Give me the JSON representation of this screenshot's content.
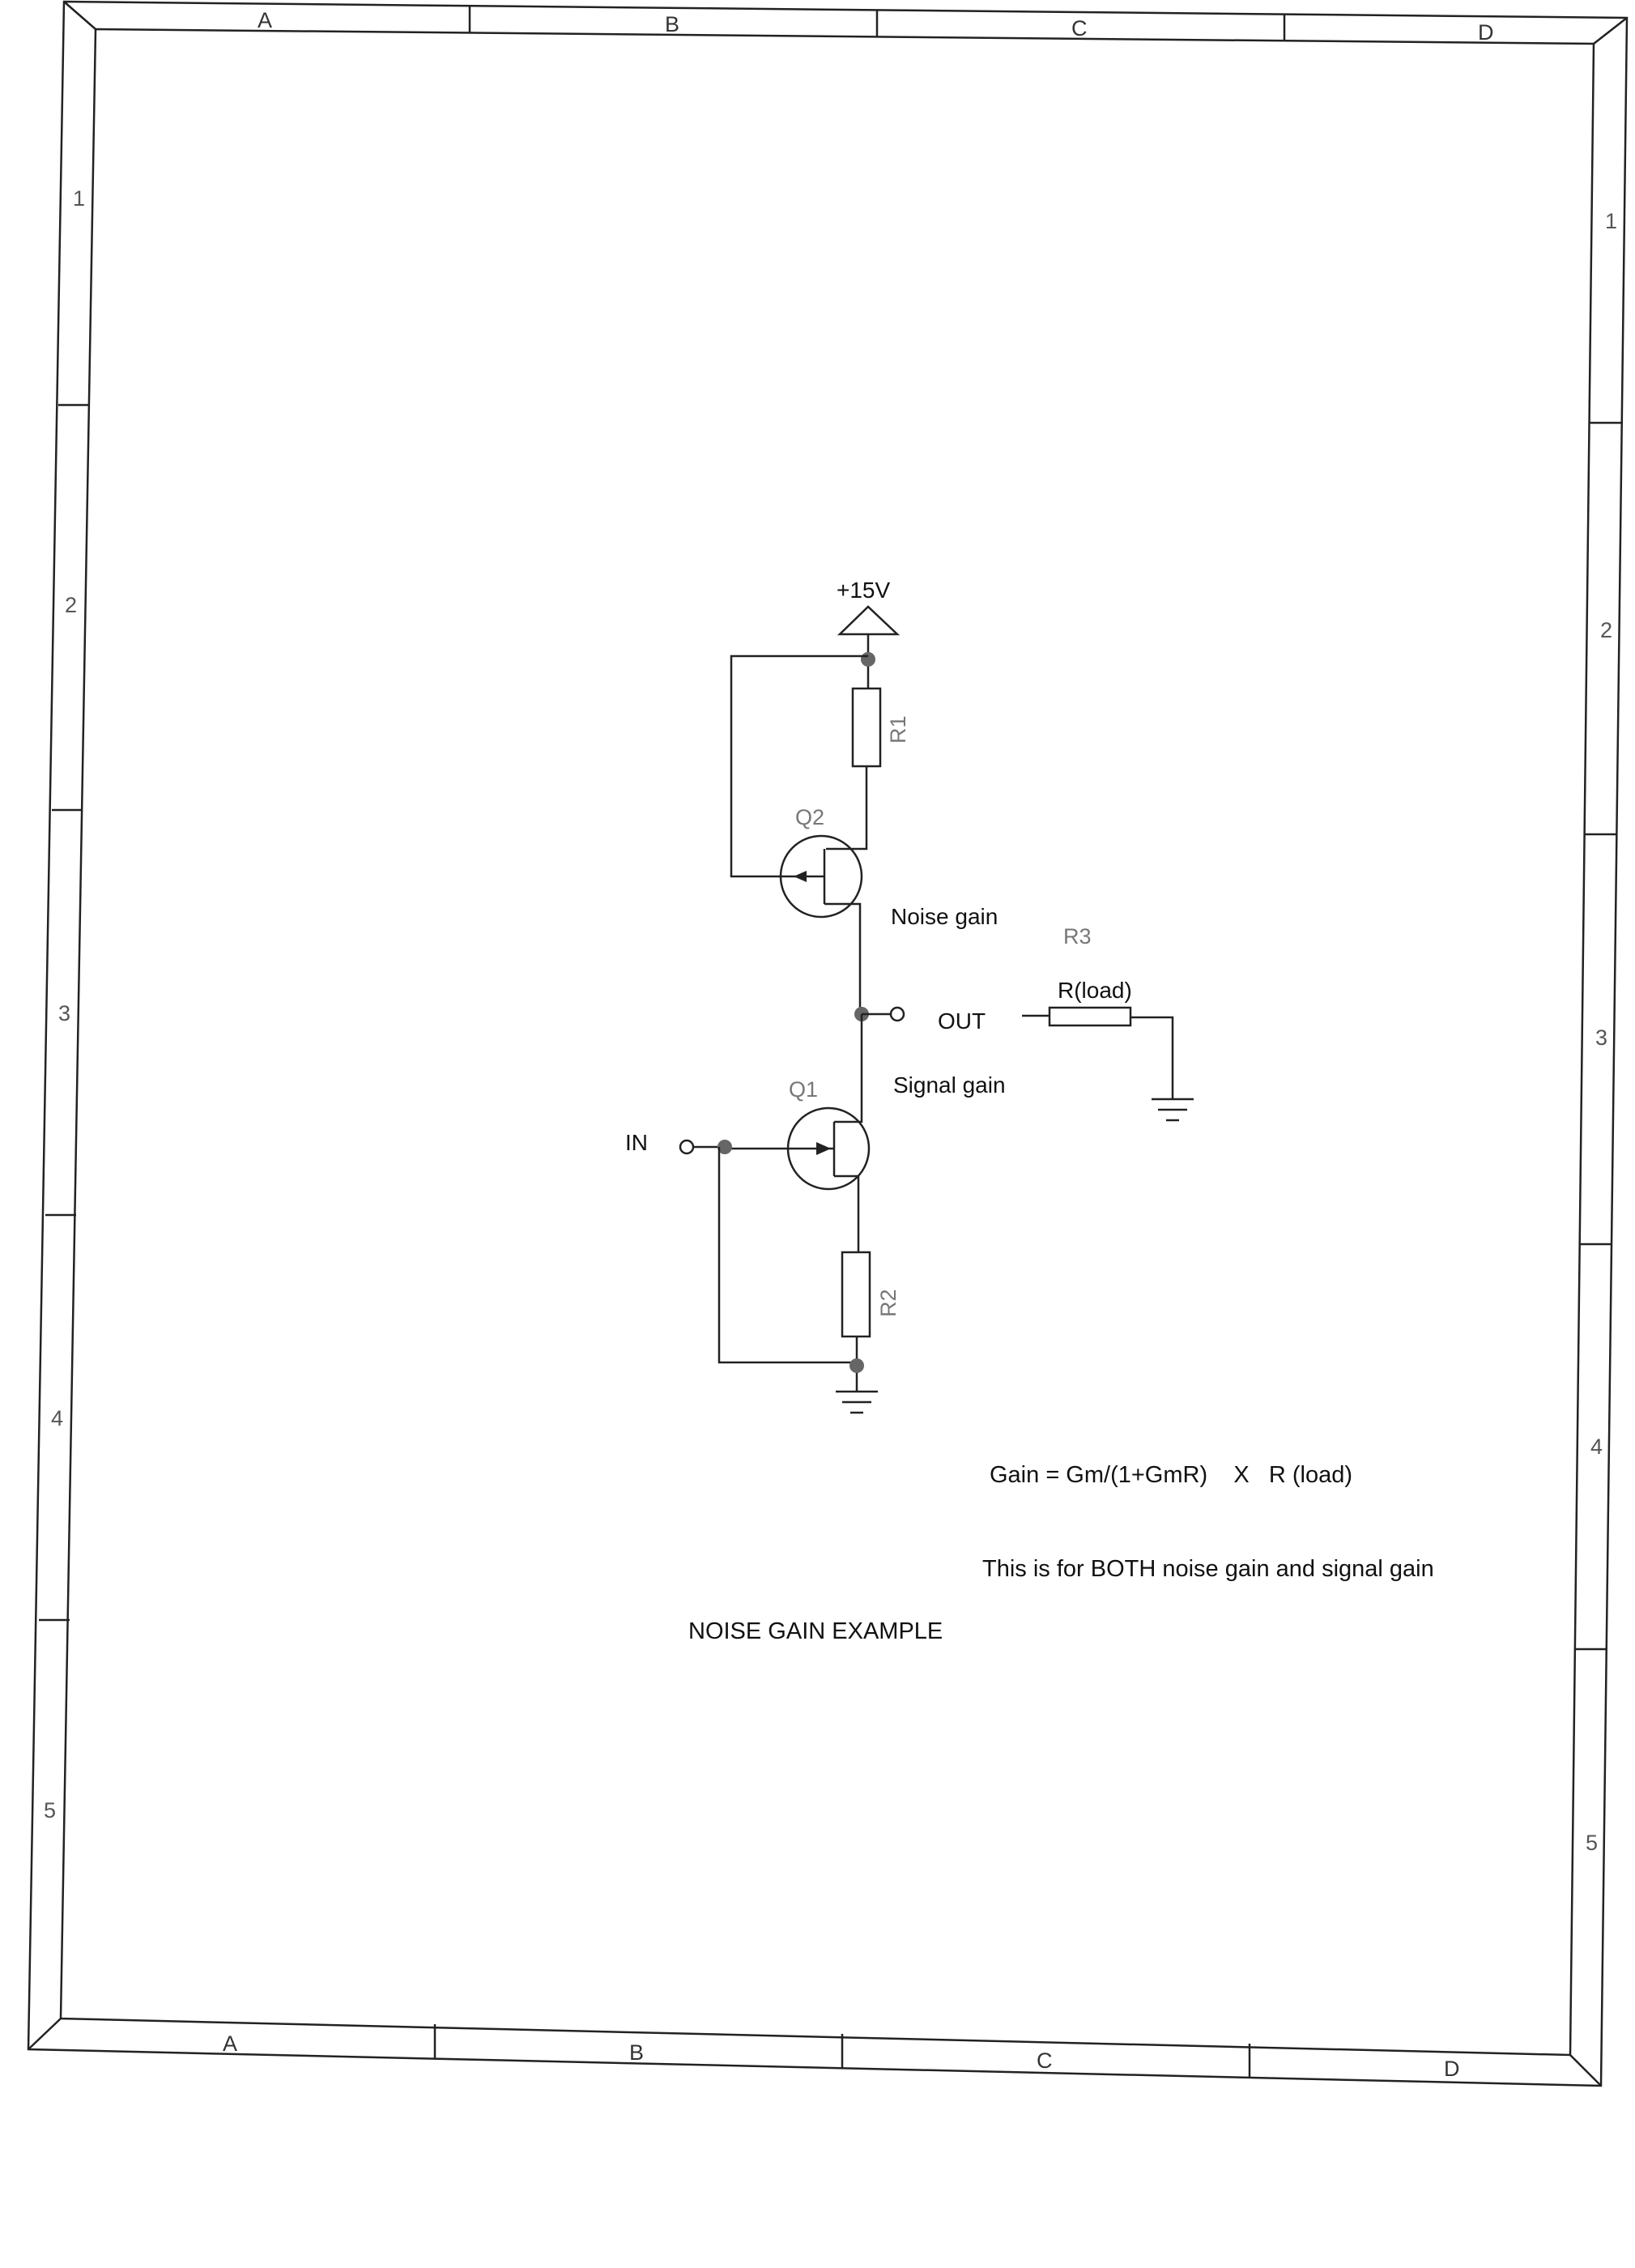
{
  "border": {
    "top_zones": [
      "A",
      "B",
      "C",
      "D"
    ],
    "bottom_zones": [
      "A",
      "B",
      "C",
      "D"
    ],
    "left_zones": [
      "1",
      "2",
      "3",
      "4",
      "5"
    ],
    "right_zones": [
      "1",
      "2",
      "3",
      "4",
      "5"
    ]
  },
  "schematic": {
    "supply_label": "+15V",
    "r1_label": "R1",
    "q2_label": "Q2",
    "noise_gain_label": "Noise gain",
    "r3_label": "R3",
    "rload_label": "R(load)",
    "out_label": "OUT",
    "signal_gain_label": "Signal gain",
    "q1_label": "Q1",
    "in_label": "IN",
    "r2_label": "R2"
  },
  "notes": {
    "gain_formula": "Gain = Gm/(1+GmR)    X   R (load)",
    "both_note": "This is for BOTH noise gain and signal gain",
    "title": "NOISE GAIN EXAMPLE"
  }
}
